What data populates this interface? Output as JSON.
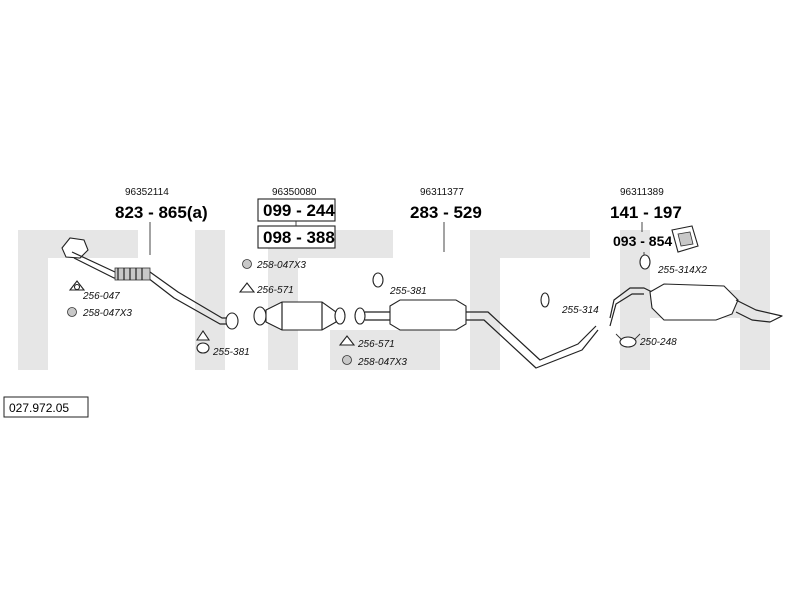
{
  "reference_code": "027.972.05",
  "groups": [
    {
      "id": "front-pipe",
      "oem": "96352114",
      "part_numbers": [
        "823 - 865(a)"
      ]
    },
    {
      "id": "catalyst",
      "oem": "96350080",
      "part_numbers": [
        "099 - 244",
        "098 - 388"
      ]
    },
    {
      "id": "centre-silencer",
      "oem": "96311377",
      "part_numbers": [
        "283 - 529"
      ]
    },
    {
      "id": "rear-silencer",
      "oem": "96311389",
      "part_numbers": [
        "141 - 197",
        "093 - 854"
      ]
    }
  ],
  "accessories": {
    "a1": "256-047",
    "a2": "258-047X3",
    "a3": "255-381",
    "a4": "258-047X3",
    "a5": "256-571",
    "a6": "256-571",
    "a7": "258-047X3",
    "a8": "255-381",
    "a9": "255-314",
    "a10": "255-314X2",
    "a11": "250-248"
  },
  "colors": {
    "watermark": "#e6e6e6",
    "line": "#222222"
  }
}
